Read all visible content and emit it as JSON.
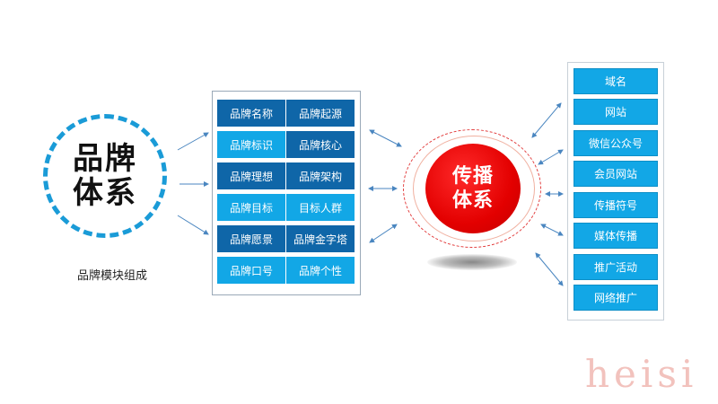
{
  "brand": {
    "title": "品牌体系",
    "caption": "品牌模块组成"
  },
  "modules": [
    {
      "label": "品牌名称",
      "tone": "dark"
    },
    {
      "label": "品牌起源",
      "tone": "dark"
    },
    {
      "label": "品牌标识",
      "tone": "light"
    },
    {
      "label": "品牌核心",
      "tone": "dark"
    },
    {
      "label": "品牌理想",
      "tone": "dark"
    },
    {
      "label": "品牌架构",
      "tone": "dark"
    },
    {
      "label": "品牌目标",
      "tone": "light"
    },
    {
      "label": "目标人群",
      "tone": "light"
    },
    {
      "label": "品牌愿景",
      "tone": "dark"
    },
    {
      "label": "品牌金字塔",
      "tone": "dark"
    },
    {
      "label": "品牌口号",
      "tone": "light"
    },
    {
      "label": "品牌个性",
      "tone": "light"
    }
  ],
  "spread": {
    "title": "传播体系"
  },
  "channels": [
    {
      "label": "域名"
    },
    {
      "label": "网站"
    },
    {
      "label": "微信公众号"
    },
    {
      "label": "会员网站"
    },
    {
      "label": "传播符号"
    },
    {
      "label": "媒体传播"
    },
    {
      "label": "推广活动"
    },
    {
      "label": "网络推广"
    }
  ],
  "watermark": "heisi",
  "colors": {
    "accent_blue": "#1a9bd7",
    "dark_cell": "#0f66a8",
    "light_cell": "#12a7e6",
    "spread_red": "#e30000",
    "arrow": "#4a86c0"
  }
}
